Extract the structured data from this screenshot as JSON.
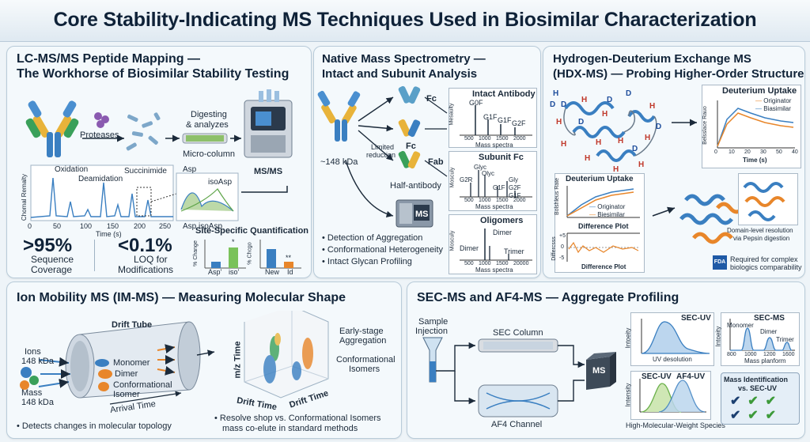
{
  "title": "Core Stability-Indicating MS Techniques Used in Biosimilar Characterization",
  "lcms": {
    "title1": "LC-MS/MS Peptide Mapping —",
    "title2": "The Workhorse of Biosimilar Stability Testing",
    "proteases": "Proteases",
    "digest1": "Digesting",
    "digest2": "& analyzes",
    "microcolumn": "Micro-column",
    "msms": "MS/MS",
    "ylabel": "Chomal Remalty",
    "xlabel": "Time (s)",
    "peak_oxidation": "Oxidation",
    "peak_deamidation": "Deamidation",
    "peak_succinimide": "Succinimide",
    "ticks": [
      "0",
      "50",
      "100",
      "150",
      "200",
      "250"
    ],
    "inset_asp": "Asp",
    "inset_isoasp": "isoAsp",
    "inset_bottom": "Asp  isoAsp",
    "stat1_value": ">95%",
    "stat1_l1": "Sequence",
    "stat1_l2": "Coverage",
    "stat2_value": "<0.1%",
    "stat2_l1": "LOQ for",
    "stat2_l2": "Modifications",
    "ssq_title": "Site-Specific Quantification",
    "ssq_ylabel1": "% Change",
    "ssq_ylabel2": "% Chcgo",
    "ssq_cat1": "Asp'",
    "ssq_cat2": "iso'",
    "ssq_cat3": "New",
    "ssq_cat4": "Id",
    "ssq_star1": "*",
    "ssq_star2": "**"
  },
  "native": {
    "title1": "Native Mass Spectrometry —",
    "title2": "Intact and Subunit Analysis",
    "fc1": "Fc",
    "fc2": "Fc",
    "fab": "Fab",
    "limited1": "Limited",
    "limited2": "reduction",
    "kda": "~148 kDa",
    "halfab": "Half-antibody",
    "ms": "MS",
    "spec1_title": "Intact Antibody",
    "spec1_peaks": [
      "G0F",
      "G1F",
      "G1F",
      "G2F"
    ],
    "spec1_ticks": [
      "500",
      "1000",
      "1500",
      "2000"
    ],
    "spec1_x": "Mass spectra",
    "spec1_y": "Mesaulty",
    "spec2_title": "Subunit Fc",
    "spec2_peaks": [
      "Glyc",
      "Olyc",
      "G2R",
      "G1F",
      "Gly",
      "G2F",
      "G1F"
    ],
    "spec2_ticks": [
      "500",
      "1000",
      "1500",
      "2000"
    ],
    "spec2_x": "Mass spectra",
    "spec2_y": "Mosculy",
    "spec3_title": "Oligomers",
    "spec3_peaks": [
      "Dimer",
      "Dimer",
      "Trimer"
    ],
    "spec3_ticks": [
      "500",
      "1000",
      "1500",
      "20000"
    ],
    "spec3_x": "Mass spectra",
    "spec3_y": "Mosculy",
    "bullets": [
      "Detection of Aggregation",
      "Conformational Heterogeneity",
      "Intact Glycan Profiling"
    ]
  },
  "hdx": {
    "title1": "Hydrogen-Deuterium Exchange MS",
    "title2": "(HDX-MS) — Probing Higher-Order Structure",
    "uptake_title": "Deuterium Uptake",
    "uptake_ylabel": "Belsslace Rauo",
    "uptake_xlabel": "Time (s)",
    "uptake_ticks": [
      "0",
      "10",
      "20",
      "30",
      "50",
      "40"
    ],
    "legend_orig": "Originator",
    "legend_bios": "Biasimilar",
    "uptake2_title": "Deuterium Uptake",
    "uptake2_ylabel": "Bolshleus Rate",
    "legend2_orig": "Originator",
    "legend2_bios": "Biesimilar",
    "diff_title": "Difference Plot",
    "diff_ylabel": "Differcsss",
    "diff_xlabel": "Difference Plot",
    "diff_ticks": [
      "+5",
      "0",
      "-5"
    ],
    "domain1": "Domain-level resolution",
    "domain2": "via Pepsin digestion",
    "fda": "FDA",
    "fda_l1": "Required for complex",
    "fda_l2": "biologics comparability",
    "colors": {
      "originator": "#3a7fc1",
      "biosimilar": "#e8862a"
    }
  },
  "im": {
    "title": "Ion Mobility MS (IM-MS) — Measuring Molecular Shape",
    "drift_tube": "Drift Tube",
    "ions1": "Ions",
    "ions2": "148 kDa",
    "mass1": "Mass",
    "mass2": "148 kDa",
    "monomer": "Monomer",
    "dimer": "Dimer",
    "conf1": "Conformational",
    "conf2": "Isomer",
    "arrival": "Arrival Time",
    "bullet1": "Detects changes in molecular topology",
    "mz_axis": "m/z Time",
    "drift_axis1": "Drift Time",
    "drift_axis2": "Drift Time",
    "early1": "Early-stage",
    "early2": "Aggregation",
    "confiso1": "Conformational",
    "confiso2": "Isomers",
    "bullet2_l1": "Resolve shop vs. Conformational Isomers",
    "bullet2_l2": "mass co-elute in standard methods"
  },
  "sec": {
    "title": "SEC-MS and AF4-MS — Aggregate Profiling",
    "sample1": "Sample",
    "sample2": "Injection",
    "sec_column": "SEC Column",
    "af4_channel": "AF4 Channel",
    "ms": "MS",
    "secuv_title": "SEC-UV",
    "secuv_x": "UV desolution",
    "secuv_y": "Intoeity",
    "secms_title": "SEC-MS",
    "secms_peaks": [
      "Monomer",
      "Dimer",
      "Trimer"
    ],
    "secms_ticks": [
      "800",
      "1000",
      "1200",
      "1600"
    ],
    "secms_x": "Mass planform",
    "secms_y": "Intoeity",
    "af4_left": "SEC-UV",
    "af4_right": "AF4-UV",
    "af4_y": "Intensity",
    "hmw": "High-Molecular-Weight Species",
    "massid1": "Mass Identification",
    "massid2": "vs. SEC-UV"
  }
}
